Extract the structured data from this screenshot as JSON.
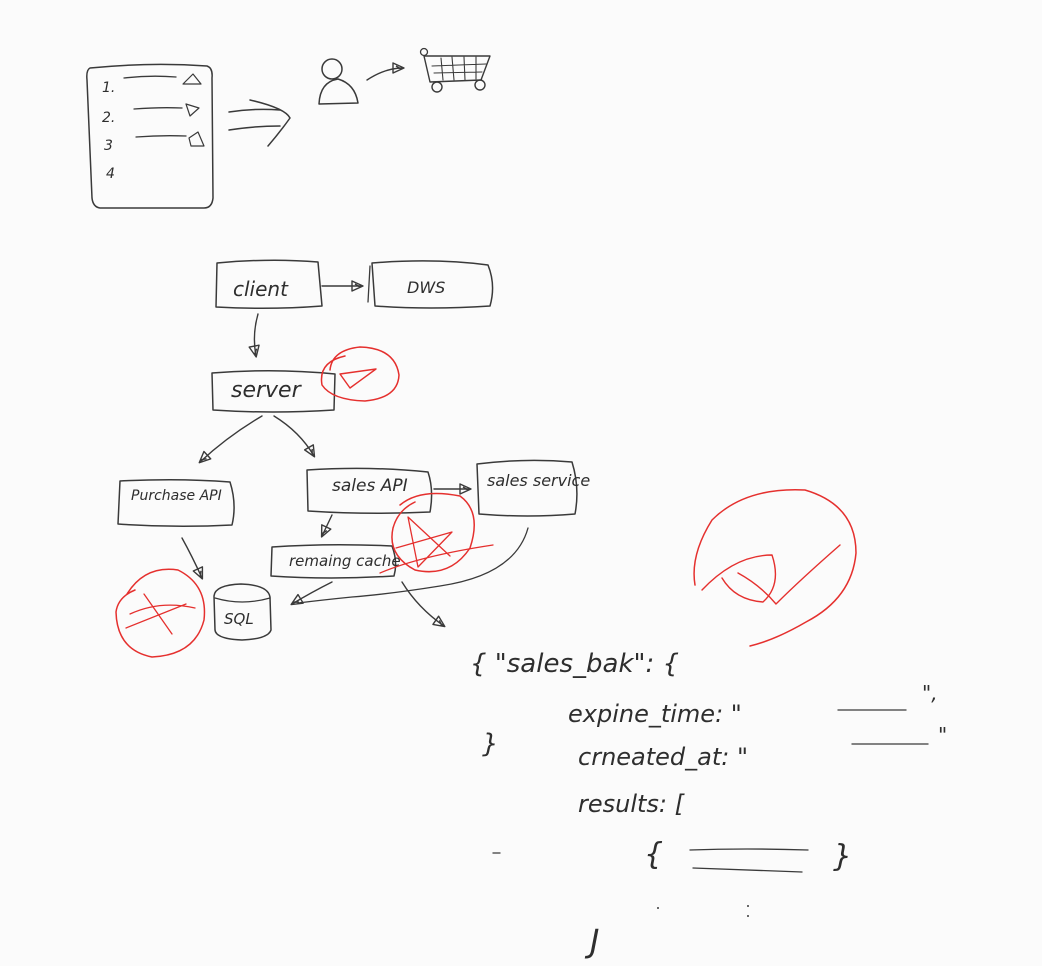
{
  "colors": {
    "background": "#fbfbfb",
    "ink": "#3a3a3a",
    "annotation_red": "#e5302e"
  },
  "list_sketch": {
    "items": [
      "1.",
      "2.",
      "3",
      "4"
    ]
  },
  "icons": [
    "person-icon",
    "shopping-cart-icon"
  ],
  "diagram": {
    "nodes": {
      "client": "client",
      "cdn": "DWS",
      "server": "server",
      "purchase_api": "Purchase API",
      "sales_api": "sales API",
      "sales_service": "sales service",
      "remaining_cache": "remaing cache",
      "sql": "SQL"
    }
  },
  "json_sketch": {
    "open_line": "{ \"sales_bak\": {",
    "expire_time": "expine_time: \"",
    "expire_tail": "\",",
    "created_at": "crneated_at: \"",
    "created_tail": "\"",
    "results": "results: [",
    "obj_open": "{",
    "obj_close": "}",
    "close_bracket": "J",
    "close_brace": "}"
  }
}
